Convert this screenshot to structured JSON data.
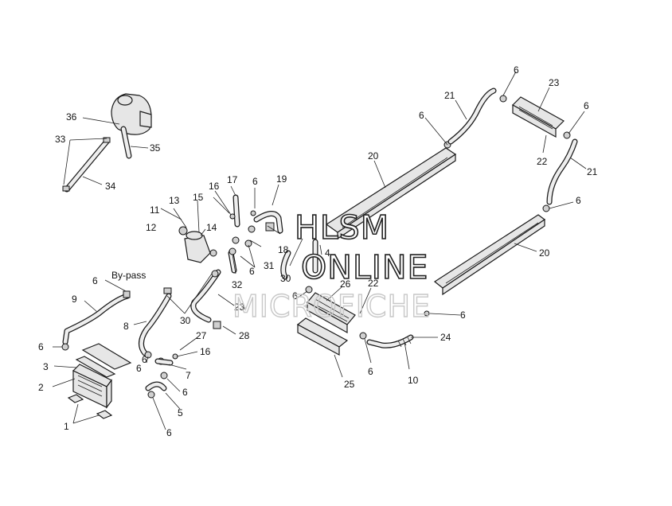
{
  "callouts": {
    "c1": "1",
    "c2": "2",
    "c3": "3",
    "c4": "4",
    "c5": "5",
    "c6_a": "6",
    "c6_b": "6",
    "c6_c": "6",
    "c6_d": "6",
    "c6_e": "6",
    "c6_f": "6",
    "c6_g": "6",
    "c6_h": "6",
    "c6_i": "6",
    "c6_j": "6",
    "c6_k": "6",
    "c6_l": "6",
    "c6_m": "6",
    "c6_n": "6",
    "c6_o": "6",
    "c7": "7",
    "c8": "8",
    "c9": "9",
    "c10": "10",
    "c11": "11",
    "c12": "12",
    "c13": "13",
    "c14": "14",
    "c15": "15",
    "c16_a": "16",
    "c16_b": "16",
    "c17": "17",
    "c18": "18",
    "c19": "19",
    "c20_a": "20",
    "c20_b": "20",
    "c21_a": "21",
    "c21_b": "21",
    "c22_a": "22",
    "c22_b": "22",
    "c23_a": "23",
    "c23_b": "23",
    "c24": "24",
    "c25": "25",
    "c26": "26",
    "c27": "27",
    "c28": "28",
    "c30_a": "30",
    "c30_b": "30",
    "c31": "31",
    "c32": "32",
    "c33": "33",
    "c34": "34",
    "c35": "35",
    "c36": "36",
    "bypass": "By-pass"
  },
  "watermark": {
    "line1": "HLSM",
    "line2": "ONLINE",
    "line3": "MICROFICHE"
  }
}
